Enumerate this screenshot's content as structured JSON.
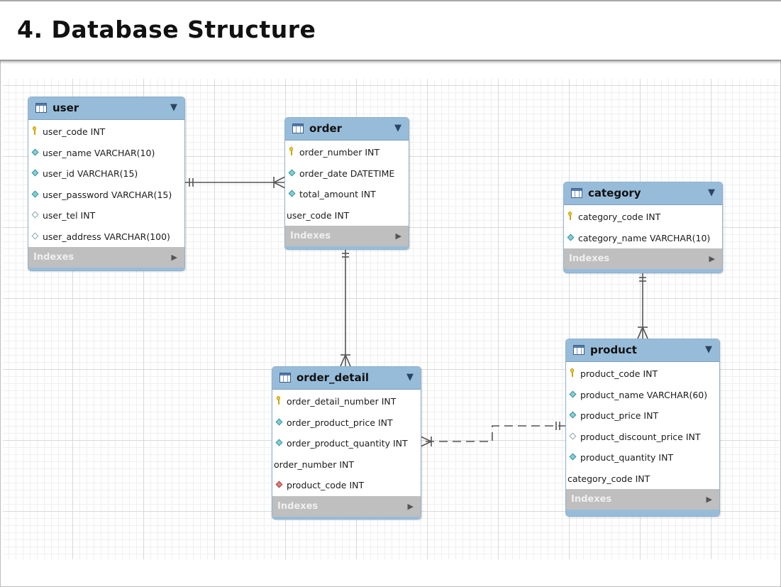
{
  "title": "4. Database Structure",
  "indexes_label": "Indexes",
  "tables": {
    "user": {
      "name": "user",
      "columns": [
        {
          "text": "user_code INT",
          "icon": "primary-key-icon"
        },
        {
          "text": "user_name VARCHAR(10)",
          "icon": "not-null-column-icon"
        },
        {
          "text": "user_id VARCHAR(15)",
          "icon": "not-null-column-icon"
        },
        {
          "text": "user_password VARCHAR(15)",
          "icon": "not-null-column-icon"
        },
        {
          "text": "user_tel INT",
          "icon": "nullable-column-icon"
        },
        {
          "text": "user_address VARCHAR(100)",
          "icon": "nullable-column-icon"
        }
      ]
    },
    "order": {
      "name": "order",
      "columns": [
        {
          "text": "order_number INT",
          "icon": "primary-key-icon"
        },
        {
          "text": "order_date DATETIME",
          "icon": "not-null-column-icon"
        },
        {
          "text": "total_amount INT",
          "icon": "not-null-column-icon"
        },
        {
          "text": "user_code INT",
          "icon": "none"
        }
      ]
    },
    "category": {
      "name": "category",
      "columns": [
        {
          "text": "category_code INT",
          "icon": "primary-key-icon"
        },
        {
          "text": "category_name VARCHAR(10)",
          "icon": "not-null-column-icon"
        }
      ]
    },
    "product": {
      "name": "product",
      "columns": [
        {
          "text": "product_code INT",
          "icon": "primary-key-icon"
        },
        {
          "text": "product_name VARCHAR(60)",
          "icon": "not-null-column-icon"
        },
        {
          "text": "product_price INT",
          "icon": "not-null-column-icon"
        },
        {
          "text": "product_discount_price INT",
          "icon": "nullable-column-icon"
        },
        {
          "text": "product_quantity INT",
          "icon": "not-null-column-icon"
        },
        {
          "text": "category_code INT",
          "icon": "none"
        }
      ]
    },
    "order_detail": {
      "name": "order_detail",
      "columns": [
        {
          "text": "order_detail_number INT",
          "icon": "primary-key-icon"
        },
        {
          "text": "order_product_price INT",
          "icon": "not-null-column-icon"
        },
        {
          "text": "order_product_quantity INT",
          "icon": "not-null-column-icon"
        },
        {
          "text": "order_number INT",
          "icon": "none"
        },
        {
          "text": "product_code INT",
          "icon": "foreign-key-icon"
        }
      ]
    }
  },
  "relationships": [
    {
      "from": "user",
      "to": "order",
      "type": "one-to-many",
      "style": "solid"
    },
    {
      "from": "order",
      "to": "order_detail",
      "type": "one-to-many",
      "style": "solid"
    },
    {
      "from": "category",
      "to": "product",
      "type": "one-to-many",
      "style": "solid"
    },
    {
      "from": "product",
      "to": "order_detail",
      "type": "one-to-many",
      "style": "dashed"
    }
  ],
  "colors": {
    "header_blue": "#97bcd9",
    "indexes_gray": "#bfbfbf",
    "line": "#555555"
  }
}
